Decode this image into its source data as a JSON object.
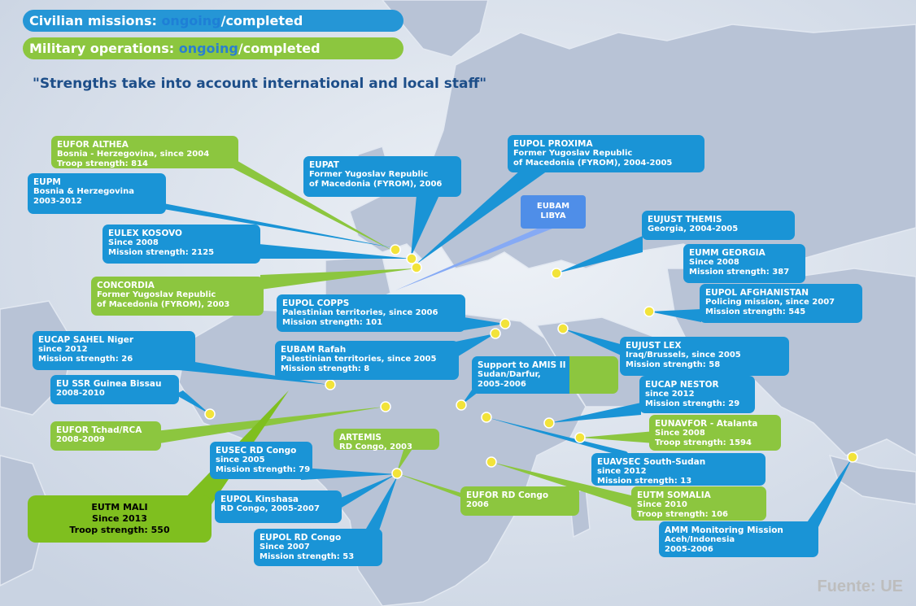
{
  "legend": {
    "civilian": {
      "prefix": "Civilian missions: ",
      "ongoing": "ongoing",
      "rest": "/completed"
    },
    "military": {
      "prefix": "Military operations: ",
      "ongoing": "ongoing",
      "rest": "/completed"
    }
  },
  "note": "\"Strengths take into account international and local staff\"",
  "colors": {
    "civilian": "#1a94d6",
    "military": "#8cc63f",
    "eubam_libya": "#4f8ee8",
    "marker": "#f2e33a"
  },
  "missions": [
    {
      "id": "eufor-althea",
      "type": "military",
      "lines": [
        "EUFOR ALTHEA",
        "Bosnia - Herzegovina, since 2004",
        "Troop strength: 814"
      ]
    },
    {
      "id": "eupm",
      "type": "civilian",
      "lines": [
        "EUPM",
        "Bosnia & Herzegovina",
        "2003-2012"
      ]
    },
    {
      "id": "eulex-kosovo",
      "type": "civilian",
      "lines": [
        "EULEX KOSOVO",
        "Since 2008",
        "Mission strength: 2125"
      ]
    },
    {
      "id": "concordia",
      "type": "military",
      "lines": [
        "CONCORDIA",
        "Former Yugoslav Republic",
        "of Macedonia (FYROM), 2003"
      ]
    },
    {
      "id": "eupat",
      "type": "civilian",
      "lines": [
        "EUPAT",
        "Former Yugoslav Republic",
        "of Macedonia (FYROM), 2006"
      ]
    },
    {
      "id": "eupol-proxima",
      "type": "civilian",
      "lines": [
        "EUPOL PROXIMA",
        "Former Yugoslav Republic",
        "of Macedonia (FYROM), 2004-2005"
      ]
    },
    {
      "id": "eubam-libya",
      "type": "special",
      "lines": [
        "EUBAM",
        "LIBYA"
      ]
    },
    {
      "id": "eujust-themis",
      "type": "civilian",
      "lines": [
        "EUJUST THEMIS",
        "Georgia, 2004-2005"
      ]
    },
    {
      "id": "eumm-georgia",
      "type": "civilian",
      "lines": [
        "EUMM GEORGIA",
        "Since 2008",
        "Mission strength: 387"
      ]
    },
    {
      "id": "eupol-afghanistan",
      "type": "civilian",
      "lines": [
        "EUPOL AFGHANISTAN",
        "Policing mission, since 2007",
        "Mission strength: 545"
      ]
    },
    {
      "id": "eupol-copps",
      "type": "civilian",
      "lines": [
        "EUPOL COPPS",
        "Palestinian territories, since 2006",
        "Mission strength: 101"
      ]
    },
    {
      "id": "eubam-rafah",
      "type": "civilian",
      "lines": [
        "EUBAM Rafah",
        "Palestinian territories, since 2005",
        "Mission strength: 8"
      ]
    },
    {
      "id": "eucap-sahel",
      "type": "civilian",
      "lines": [
        "EUCAP SAHEL Niger",
        "since 2012",
        "Mission strength: 26"
      ]
    },
    {
      "id": "eujust-lex",
      "type": "civilian",
      "lines": [
        "EUJUST LEX",
        "Iraq/Brussels, since 2005",
        "Mission strength: 58"
      ]
    },
    {
      "id": "amis",
      "type": "mixed",
      "lines": [
        "Support to AMIS II",
        "Sudan/Darfur,",
        "2005-2006"
      ]
    },
    {
      "id": "eu-ssr-guinea",
      "type": "civilian",
      "lines": [
        "EU SSR Guinea Bissau",
        "2008-2010"
      ]
    },
    {
      "id": "eucap-nestor",
      "type": "civilian",
      "lines": [
        "EUCAP NESTOR",
        "since 2012",
        "Mission strength: 29"
      ]
    },
    {
      "id": "eunavfor",
      "type": "military",
      "lines": [
        "EUNAVFOR - Atalanta",
        "Since 2008",
        "Troop strength: 1594"
      ]
    },
    {
      "id": "eufor-tchad",
      "type": "military",
      "lines": [
        "EUFOR Tchad/RCA",
        "2008-2009"
      ]
    },
    {
      "id": "artemis",
      "type": "military",
      "lines": [
        "ARTEMIS",
        "RD Congo, 2003"
      ]
    },
    {
      "id": "eusec-rd-congo",
      "type": "civilian",
      "lines": [
        "EUSEC RD Congo",
        "since 2005",
        "Mission strength: 79"
      ]
    },
    {
      "id": "euavsec",
      "type": "civilian",
      "lines": [
        "EUAVSEC South-Sudan",
        "since 2012",
        "Mission strength: 13"
      ]
    },
    {
      "id": "eutm-mali",
      "type": "mali",
      "lines": [
        "EUTM MALI",
        "Since 2013",
        "Troop strength: 550"
      ]
    },
    {
      "id": "eupol-kinshasa",
      "type": "civilian",
      "lines": [
        "EUPOL Kinshasa",
        "RD Congo, 2005-2007"
      ]
    },
    {
      "id": "eufor-rd-congo",
      "type": "military",
      "lines": [
        "EUFOR RD Congo",
        "2006"
      ]
    },
    {
      "id": "eutm-somalia",
      "type": "military",
      "lines": [
        "EUTM SOMALIA",
        "Since  2010",
        "Troop strength: 106"
      ]
    },
    {
      "id": "eupol-rd-congo",
      "type": "civilian",
      "lines": [
        "EUPOL RD Congo",
        "Since 2007",
        "Mission strength:  53"
      ]
    },
    {
      "id": "amm-aceh",
      "type": "civilian",
      "lines": [
        "AMM Monitoring Mission",
        "Aceh/Indonesia",
        "2005-2006"
      ]
    }
  ],
  "source": "Fuente: UE"
}
